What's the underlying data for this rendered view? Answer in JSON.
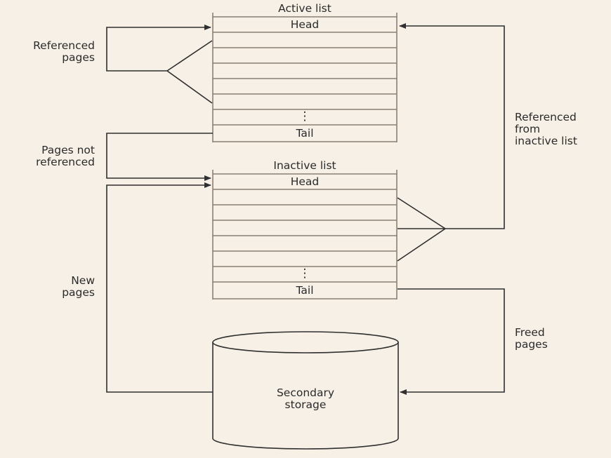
{
  "colors": {
    "background": "#f6f0e6",
    "line": "#2f2f2f"
  },
  "active_list": {
    "title": "Active list",
    "head": "Head",
    "tail": "Tail",
    "ellipsis": "⋮"
  },
  "inactive_list": {
    "title": "Inactive list",
    "head": "Head",
    "tail": "Tail",
    "ellipsis": "⋮"
  },
  "labels": {
    "referenced_pages": [
      "Referenced",
      "pages"
    ],
    "pages_not_referenced": [
      "Pages not",
      "referenced"
    ],
    "new_pages": [
      "New",
      "pages"
    ],
    "referenced_from_inactive": [
      "Referenced",
      "from",
      "inactive list"
    ],
    "freed_pages": [
      "Freed",
      "pages"
    ]
  },
  "storage": {
    "label": [
      "Secondary",
      "storage"
    ]
  }
}
